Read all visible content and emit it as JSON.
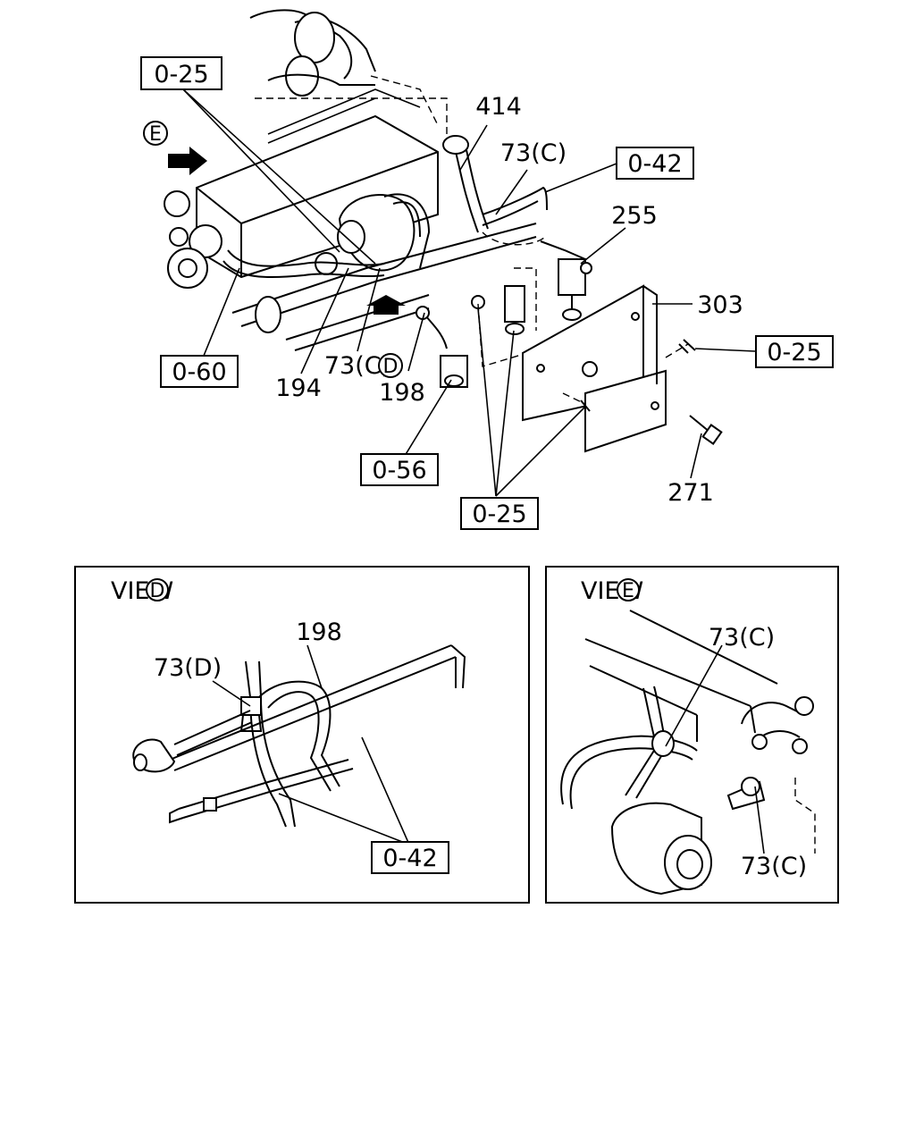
{
  "main_view": {
    "refs": {
      "ref_top_left": "0-25",
      "ref_top_right": "0-42",
      "ref_right": "0-25",
      "ref_left": "0-60",
      "ref_bottom_left": "0-56",
      "ref_bottom_center": "0-25"
    },
    "parts": {
      "p414": "414",
      "p73c_top": "73(C)",
      "p255": "255",
      "p303": "303",
      "p194": "194",
      "p73c_mid": "73(C)",
      "p198": "198",
      "p271": "271"
    },
    "view_markers": {
      "e": "E",
      "d": "D"
    }
  },
  "view_d": {
    "title": "VIEW",
    "marker": "D",
    "parts": {
      "p198": "198",
      "p73d": "73(D)"
    },
    "ref": "0-42"
  },
  "view_e": {
    "title": "VIEW",
    "marker": "E",
    "parts": {
      "p73c_top": "73(C)",
      "p73c_bottom": "73(C)"
    }
  }
}
